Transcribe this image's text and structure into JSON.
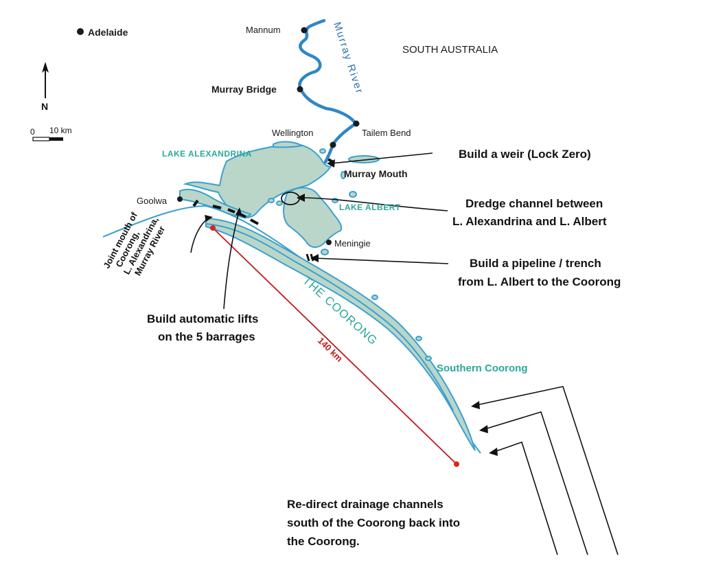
{
  "region_label": "SOUTH AUSTRALIA",
  "river_label": "Murray River",
  "towns": {
    "adelaide": "Adelaide",
    "mannum": "Mannum",
    "murray_bridge": "Murray Bridge",
    "wellington": "Wellington",
    "tailem_bend": "Tailem Bend",
    "murray_mouth": "Murray Mouth",
    "goolwa": "Goolwa",
    "meningie": "Meningie"
  },
  "lakes": {
    "alexandrina": "LAKE ALEXANDRINA",
    "albert": "LAKE ALBERT",
    "coorong": "THE COORONG",
    "southern_coorong": "Southern Coorong"
  },
  "compass": {
    "north": "N"
  },
  "scale": {
    "zero": "0",
    "ten": "10 km"
  },
  "distance": {
    "label": "140 km",
    "color": "#c0181c"
  },
  "joint_mouth": {
    "line1": "Joint mouth of",
    "line2": "Coorong,",
    "line3": "L. Alexandrina,",
    "line4": "Murray River"
  },
  "notes": {
    "weir": "Build a weir (Lock Zero)",
    "dredge_1": "Dredge channel between",
    "dredge_2": "L. Alexandrina and L. Albert",
    "pipeline_1": "Build a pipeline / trench",
    "pipeline_2": "from L. Albert to the Coorong",
    "lifts_1": "Build automatic lifts",
    "lifts_2": "on the 5 barrages",
    "redirect_1": "Re-direct drainage channels",
    "redirect_2": "south of the Coorong back into",
    "redirect_3": "the Coorong."
  },
  "colors": {
    "water_fill": "#b9d6c9",
    "water_outline": "#3aa0cf",
    "river": "#2f86c6",
    "lake_label": "#2aa89a"
  },
  "icons": [
    "north-arrow-icon",
    "town-dot-icon",
    "callout-arrow-icon"
  ]
}
